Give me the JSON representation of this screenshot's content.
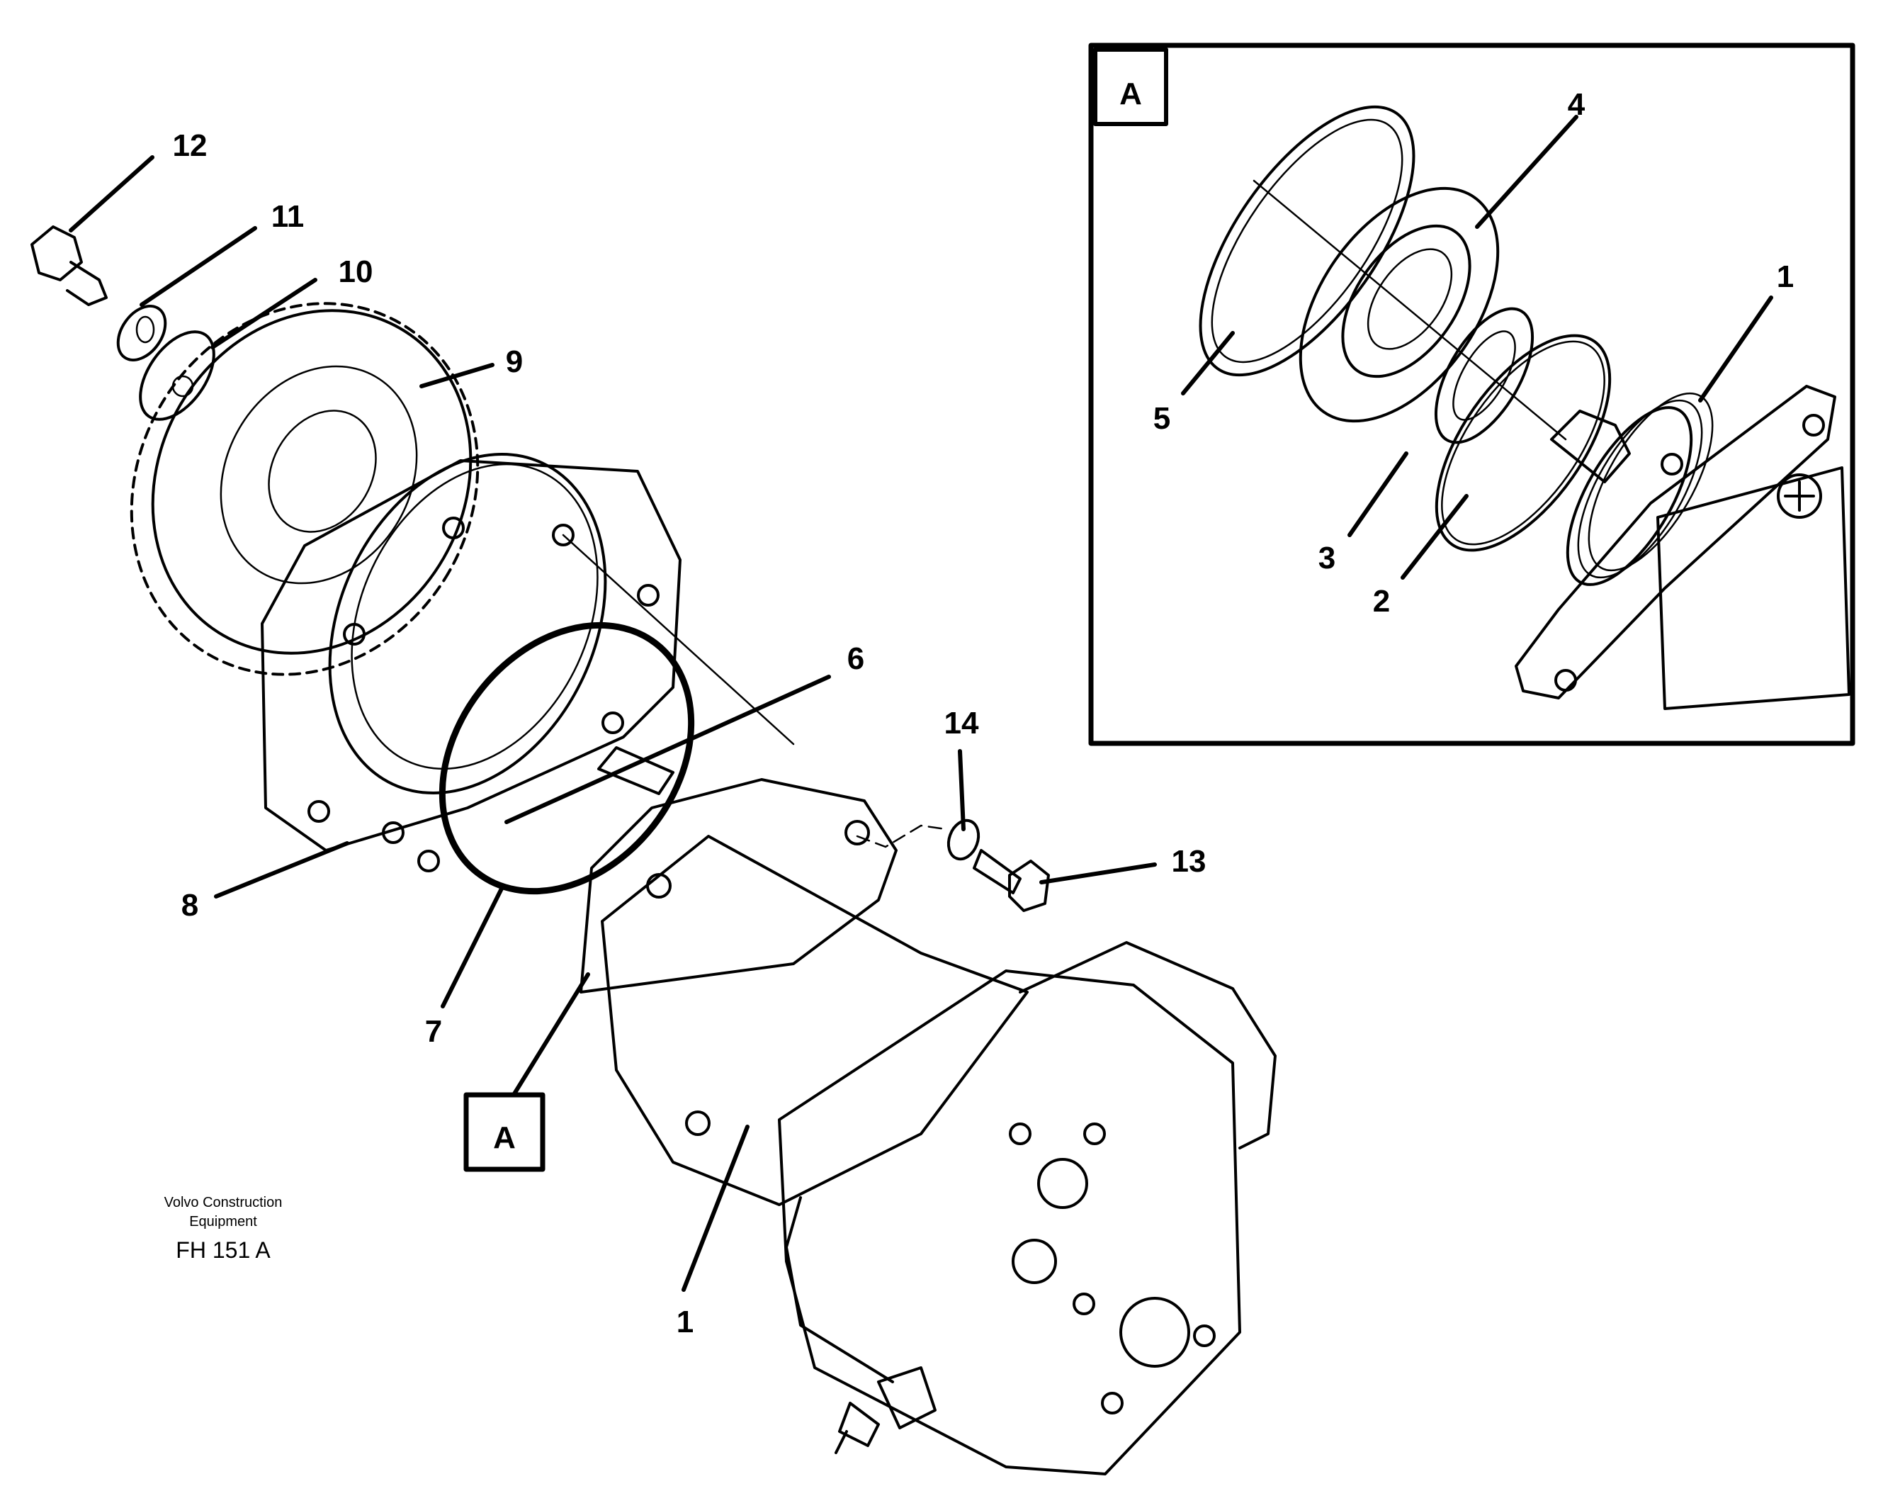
{
  "inset": {
    "tag": "A"
  },
  "detail_tag": "A",
  "callouts": {
    "n1": "1",
    "n2": "2",
    "n3": "3",
    "n4": "4",
    "n5": "5",
    "n6": "6",
    "n7": "7",
    "n8": "8",
    "n9": "9",
    "n10": "10",
    "n11": "11",
    "n12": "12",
    "n13": "13",
    "n14": "14",
    "inset1": "1"
  },
  "caption": {
    "line1": "Volvo Construction",
    "line2": "Equipment",
    "code": "FH 151 A"
  }
}
